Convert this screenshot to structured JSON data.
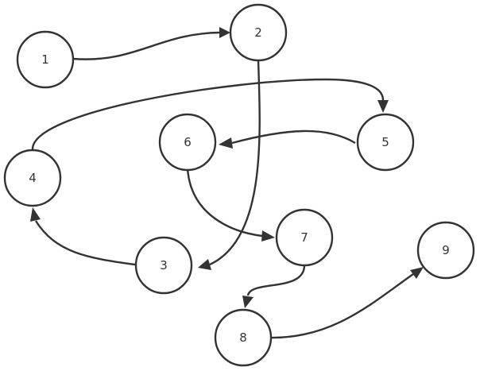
{
  "diagram": {
    "nodes": [
      {
        "id": "1",
        "label": "1"
      },
      {
        "id": "2",
        "label": "2"
      },
      {
        "id": "3",
        "label": "3"
      },
      {
        "id": "4",
        "label": "4"
      },
      {
        "id": "5",
        "label": "5"
      },
      {
        "id": "6",
        "label": "6"
      },
      {
        "id": "7",
        "label": "7"
      },
      {
        "id": "8",
        "label": "8"
      },
      {
        "id": "9",
        "label": "9"
      }
    ],
    "edges": [
      {
        "from": "1",
        "to": "2"
      },
      {
        "from": "2",
        "to": "3"
      },
      {
        "from": "3",
        "to": "4"
      },
      {
        "from": "4",
        "to": "5"
      },
      {
        "from": "5",
        "to": "6"
      },
      {
        "from": "6",
        "to": "7"
      },
      {
        "from": "7",
        "to": "8"
      },
      {
        "from": "8",
        "to": "9"
      }
    ]
  }
}
